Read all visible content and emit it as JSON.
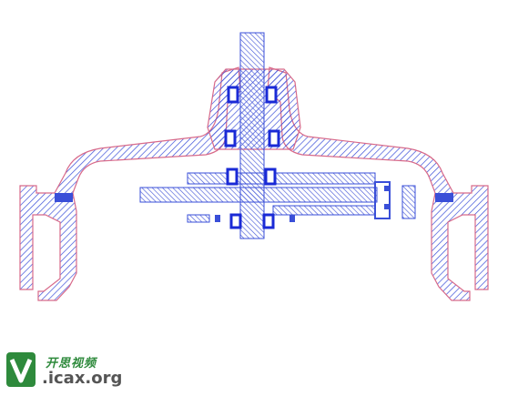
{
  "diagram": {
    "description_free": true,
    "colors": {
      "background": "#ffffff",
      "outline": "#d86a8a",
      "hatch": "#3a4fd8",
      "bearing": "#1a2ad6",
      "shaft_hatch": "#4a5bd8"
    }
  },
  "watermark": {
    "name": "开思视频",
    "url": ".icax.org",
    "logo_letter": "V",
    "logo_color": "#2e8a3c"
  }
}
